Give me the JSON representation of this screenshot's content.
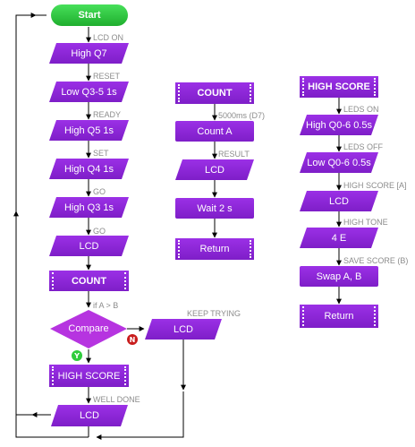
{
  "nodes": {
    "start": "Start",
    "high_q7": "High Q7",
    "low_q3_5": "Low Q3-5  1s",
    "high_q5": "High Q5  1s",
    "high_q4": "High Q4  1s",
    "high_q3": "High Q3  1s",
    "lcd_1": "LCD",
    "count_call": "COUNT",
    "compare": "Compare",
    "lcd_keep": "LCD",
    "high_score_call": "HIGH SCORE",
    "lcd_done": "LCD",
    "count_title": "COUNT",
    "count_a": "Count A",
    "count_lcd": "LCD",
    "wait": "Wait 2 s",
    "count_return": "Return",
    "hs_title": "HIGH SCORE",
    "hs_high": "High Q0-6  0.5s",
    "hs_low": "Low Q0-6  0.5s",
    "hs_lcd": "LCD",
    "hs_tone": "4  E",
    "hs_swap": "Swap A, B",
    "hs_return": "Return"
  },
  "labels": {
    "lcd_on": "LCD ON",
    "reset": "RESET",
    "ready": "READY",
    "set": "SET",
    "go1": "GO",
    "go2": "GO",
    "if_a_gt_b": "if A > B",
    "keep_trying": "KEEP TRYING",
    "well_done": "WELL DONE",
    "delay_5000": "5000ms (D7)",
    "result": "RESULT",
    "leds_on": "LEDS ON",
    "leds_off": "LEDS OFF",
    "high_score_a": "HIGH SCORE [A]",
    "high_tone": "HIGH TONE",
    "save_score": "SAVE SCORE (B)"
  },
  "badges": {
    "yes": "Y",
    "no": "N"
  },
  "colors": {
    "node": "#8a24d6",
    "start": "#2bbf3a",
    "line": "#000000",
    "label": "#8c8c8c"
  }
}
